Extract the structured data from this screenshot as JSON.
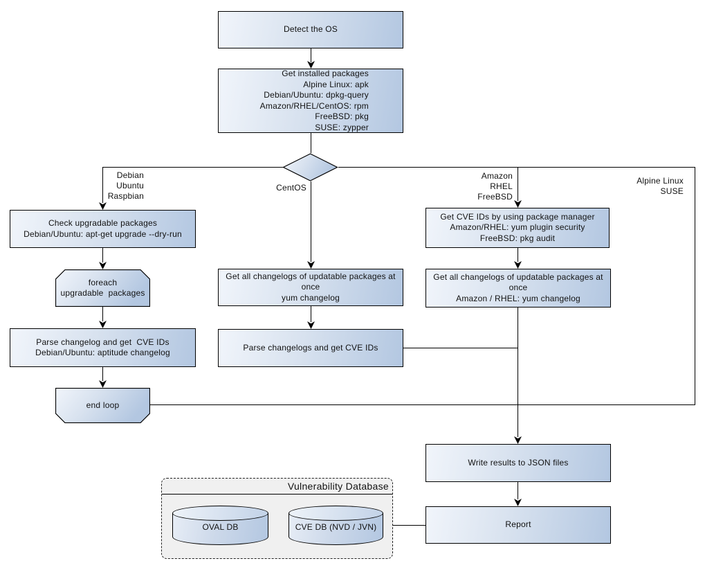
{
  "nodes": {
    "detect_os": {
      "label": "Detect the OS"
    },
    "get_installed_packages": {
      "label": "Get installed packages\nAlpine Linux: apk\nDebian/Ubuntu: dpkg-query\nAmazon/RHEL/CentOS: rpm\nFreeBSD: pkg\nSUSE: zypper"
    },
    "check_upgradable_packages": {
      "label": "Check upgradable packages\nDebian/Ubuntu: apt-get upgrade --dry-run"
    },
    "foreach_upgradable_packages": {
      "label": "foreach\nupgradable  packages"
    },
    "parse_changelog_debian": {
      "label": "Parse changelog and get  CVE IDs\nDebian/Ubuntu: aptitude changelog"
    },
    "end_loop": {
      "label": "end loop"
    },
    "get_changelogs_yum": {
      "label": "Get all changelogs of updatable packages at once\nyum changelog"
    },
    "parse_changelogs_yum": {
      "label": "Parse changelogs and get CVE IDs"
    },
    "get_cve_ids_package_manager": {
      "label": "Get CVE IDs by using package manager\nAmazon/RHEL: yum plugin security\nFreeBSD: pkg audit"
    },
    "get_changelogs_amazon_rhel": {
      "label": "Get all changelogs of updatable packages at once\nAmazon / RHEL: yum changelog"
    },
    "write_results_json": {
      "label": "Write results to JSON files"
    },
    "report": {
      "label": "Report"
    }
  },
  "branch_labels": {
    "debian": "Debian\nUbuntu\nRaspbian",
    "centos": "CentOS",
    "amazon_rhel_freebsd": "Amazon\nRHEL\nFreeBSD",
    "alpine_suse": "Alpine Linux\nSUSE"
  },
  "database_group": {
    "title": "Vulnerability Database",
    "databases": {
      "oval": "OVAL DB",
      "cve": "CVE DB (NVD / JVN)"
    }
  },
  "colors": {
    "node_fill_light": "#f1f5fb",
    "node_fill_dark": "#b3c7e1",
    "node_border": "#000000",
    "connector": "#000000",
    "group_fill": "#f0f0f0",
    "text": "#111111"
  }
}
